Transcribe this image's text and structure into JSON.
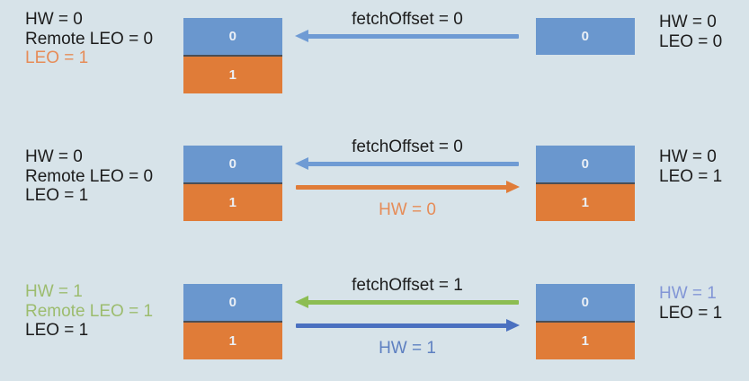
{
  "colors": {
    "background": "#d7e3e9",
    "segment_blue": "#6a97ce",
    "segment_orange": "#e07c38",
    "segment_divider": "#4a4e55",
    "segment_number": "#ebf0f6",
    "arrow_blue": "#6f9bd4",
    "arrow_orange": "#e07c38",
    "arrow_green": "#8cbd52",
    "arrow_dark_blue": "#4a70c0",
    "text_black": "#1c1c1c",
    "text_orange": "#e68c58",
    "text_green": "#9cbc6e",
    "text_slate_blue": "#5e80c1",
    "text_periwinkle": "#8296d6"
  },
  "rows": [
    {
      "left_labels": [
        {
          "text": "HW = 0",
          "color": "text_black"
        },
        {
          "text": "Remote LEO = 0",
          "color": "text_black"
        },
        {
          "text": "LEO = 1",
          "color": "text_orange"
        }
      ],
      "follower_log": [
        {
          "offset": "0",
          "color": "segment_blue"
        },
        {
          "offset": "1",
          "color": "segment_orange"
        }
      ],
      "arrows": [
        {
          "kind": "fetch",
          "direction": "left",
          "color": "arrow_blue",
          "label": "fetchOffset = 0",
          "label_color": "text_black"
        }
      ],
      "leader_log": [
        {
          "offset": "0",
          "color": "segment_blue"
        }
      ],
      "right_labels": [
        {
          "text": "HW = 0",
          "color": "text_black"
        },
        {
          "text": "LEO = 0",
          "color": "text_black"
        }
      ]
    },
    {
      "left_labels": [
        {
          "text": "HW = 0",
          "color": "text_black"
        },
        {
          "text": "Remote LEO = 0",
          "color": "text_black"
        },
        {
          "text": "LEO = 1",
          "color": "text_black"
        }
      ],
      "follower_log": [
        {
          "offset": "0",
          "color": "segment_blue"
        },
        {
          "offset": "1",
          "color": "segment_orange"
        }
      ],
      "arrows": [
        {
          "kind": "fetch",
          "direction": "left",
          "color": "arrow_blue",
          "label": "fetchOffset = 0",
          "label_color": "text_black"
        },
        {
          "kind": "hw",
          "direction": "right",
          "color": "arrow_orange",
          "label": "HW = 0",
          "label_color": "text_orange"
        }
      ],
      "leader_log": [
        {
          "offset": "0",
          "color": "segment_blue"
        },
        {
          "offset": "1",
          "color": "segment_orange"
        }
      ],
      "right_labels": [
        {
          "text": "HW = 0",
          "color": "text_black"
        },
        {
          "text": "LEO = 1",
          "color": "text_black"
        }
      ]
    },
    {
      "left_labels": [
        {
          "text": "HW = 1",
          "color": "text_green"
        },
        {
          "text": "Remote LEO = 1",
          "color": "text_green"
        },
        {
          "text": "LEO = 1",
          "color": "text_black"
        }
      ],
      "follower_log": [
        {
          "offset": "0",
          "color": "segment_blue"
        },
        {
          "offset": "1",
          "color": "segment_orange"
        }
      ],
      "arrows": [
        {
          "kind": "fetch",
          "direction": "left",
          "color": "arrow_green",
          "label": "fetchOffset = 1",
          "label_color": "text_black"
        },
        {
          "kind": "hw",
          "direction": "right",
          "color": "arrow_dark_blue",
          "label": "HW = 1",
          "label_color": "text_slate_blue"
        }
      ],
      "leader_log": [
        {
          "offset": "0",
          "color": "segment_blue"
        },
        {
          "offset": "1",
          "color": "segment_orange"
        }
      ],
      "right_labels": [
        {
          "text": "HW = 1",
          "color": "text_periwinkle"
        },
        {
          "text": "LEO = 1",
          "color": "text_black"
        }
      ]
    }
  ]
}
